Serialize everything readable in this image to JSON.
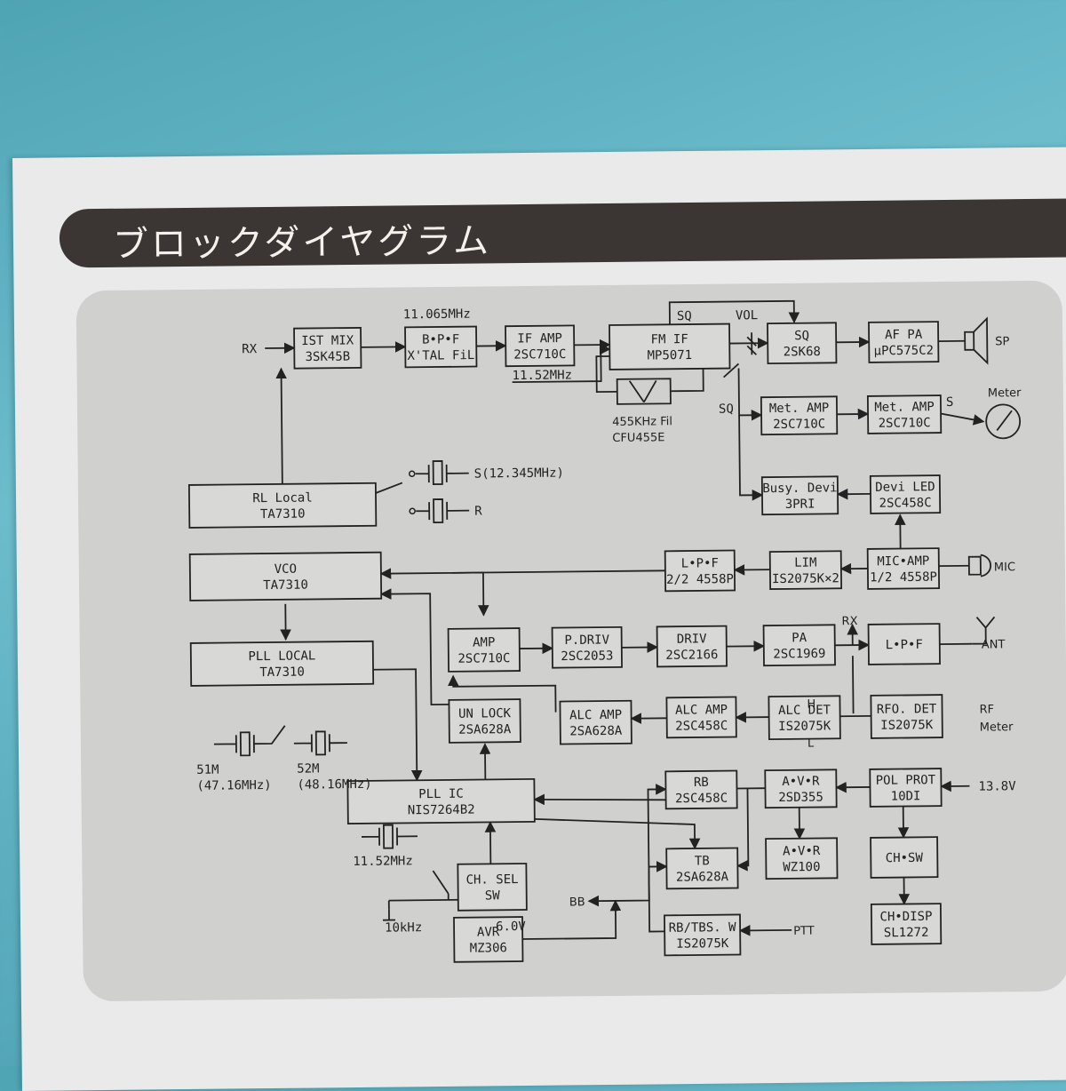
{
  "header": {
    "title": "ブロックダイヤグラム"
  },
  "blocks": {
    "ist_mix": [
      "IST MIX",
      "3SK45B"
    ],
    "bpf": [
      "B•P•F",
      "X'TAL FiL"
    ],
    "if_amp": [
      "IF AMP",
      "2SC710C"
    ],
    "fm_if": [
      "FM IF",
      "MP5071"
    ],
    "sq": [
      "SQ",
      "2SK68"
    ],
    "af_pa": [
      "AF PA",
      "μPC575C2"
    ],
    "met_amp1": [
      "Met. AMP",
      "2SC710C"
    ],
    "met_amp2": [
      "Met. AMP",
      "2SC710C"
    ],
    "busy_devi": [
      "Busy. Devi",
      "3PRI"
    ],
    "devi_led": [
      "Devi LED",
      "2SC458C"
    ],
    "rl_local": [
      "RL Local",
      "TA7310"
    ],
    "vco": [
      "VCO",
      "TA7310"
    ],
    "pll_local": [
      "PLL LOCAL",
      "TA7310"
    ],
    "lpf_audio": [
      "L•P•F",
      "2/2 4558P"
    ],
    "lim": [
      "LIM",
      "IS2075K×2"
    ],
    "mic_amp": [
      "MIC•AMP",
      "1/2 4558P"
    ],
    "amp": [
      "AMP",
      "2SC710C"
    ],
    "p_driv": [
      "P.DRIV",
      "2SC2053"
    ],
    "driv": [
      "DRIV",
      "2SC2166"
    ],
    "pa": [
      "PA",
      "2SC1969"
    ],
    "lpf_rf": [
      "L•P•F"
    ],
    "un_lock": [
      "UN LOCK",
      "2SA628A"
    ],
    "alc_amp1": [
      "ALC AMP",
      "2SA628A"
    ],
    "alc_amp2": [
      "ALC AMP",
      "2SC458C"
    ],
    "alc_det": [
      "ALC DET",
      "IS2075K"
    ],
    "rfo_det": [
      "RFO. DET",
      "IS2075K"
    ],
    "pll_ic": [
      "PLL IC",
      "NIS7264B2"
    ],
    "ch_sel": [
      "CH. SEL",
      "SW"
    ],
    "avr_mz": [
      "AVR",
      "MZ306"
    ],
    "rb": [
      "RB",
      "2SC458C"
    ],
    "tb": [
      "TB",
      "2SA628A"
    ],
    "rb_tbs": [
      "RB/TBS. W",
      "IS2075K"
    ],
    "avr_2sd": [
      "A•V•R",
      "2SD355"
    ],
    "avr_wz": [
      "A•V•R",
      "WZ100"
    ],
    "pol_prot": [
      "POL PROT",
      "10DI"
    ],
    "ch_sw": [
      "CH•SW"
    ],
    "ch_disp": [
      "CH•DISP",
      "SL1272"
    ]
  },
  "labels": {
    "rx_in": "RX",
    "freq_1065": "11.065MHz",
    "freq_1152_top": "11.52MHz",
    "sq_top": "SQ",
    "vol": "VOL",
    "sq_pot": "SQ",
    "fil_455": "455KHz Fil",
    "cfu": "CFU455E",
    "sp": "SP",
    "meter": "Meter",
    "s_meter": "S",
    "xtal_s": "S(12.345MHz)",
    "xtal_r": "R",
    "mic": "MIC",
    "rx_ant": "RX",
    "ant": "ANT",
    "alc_h": "H",
    "alc_l": "L",
    "rf_meter": "RF\nMeter",
    "ch51": "51M",
    "ch52": "52M",
    "freq_51": "(47.16MHz)",
    "freq_52": "(48.16MHz)",
    "freq_1152_bot": "11.52MHz",
    "tenkhz": "10kHz",
    "v6": "6.0V",
    "bb": "BB",
    "ptt": "PTT",
    "v138": "13.8V"
  }
}
